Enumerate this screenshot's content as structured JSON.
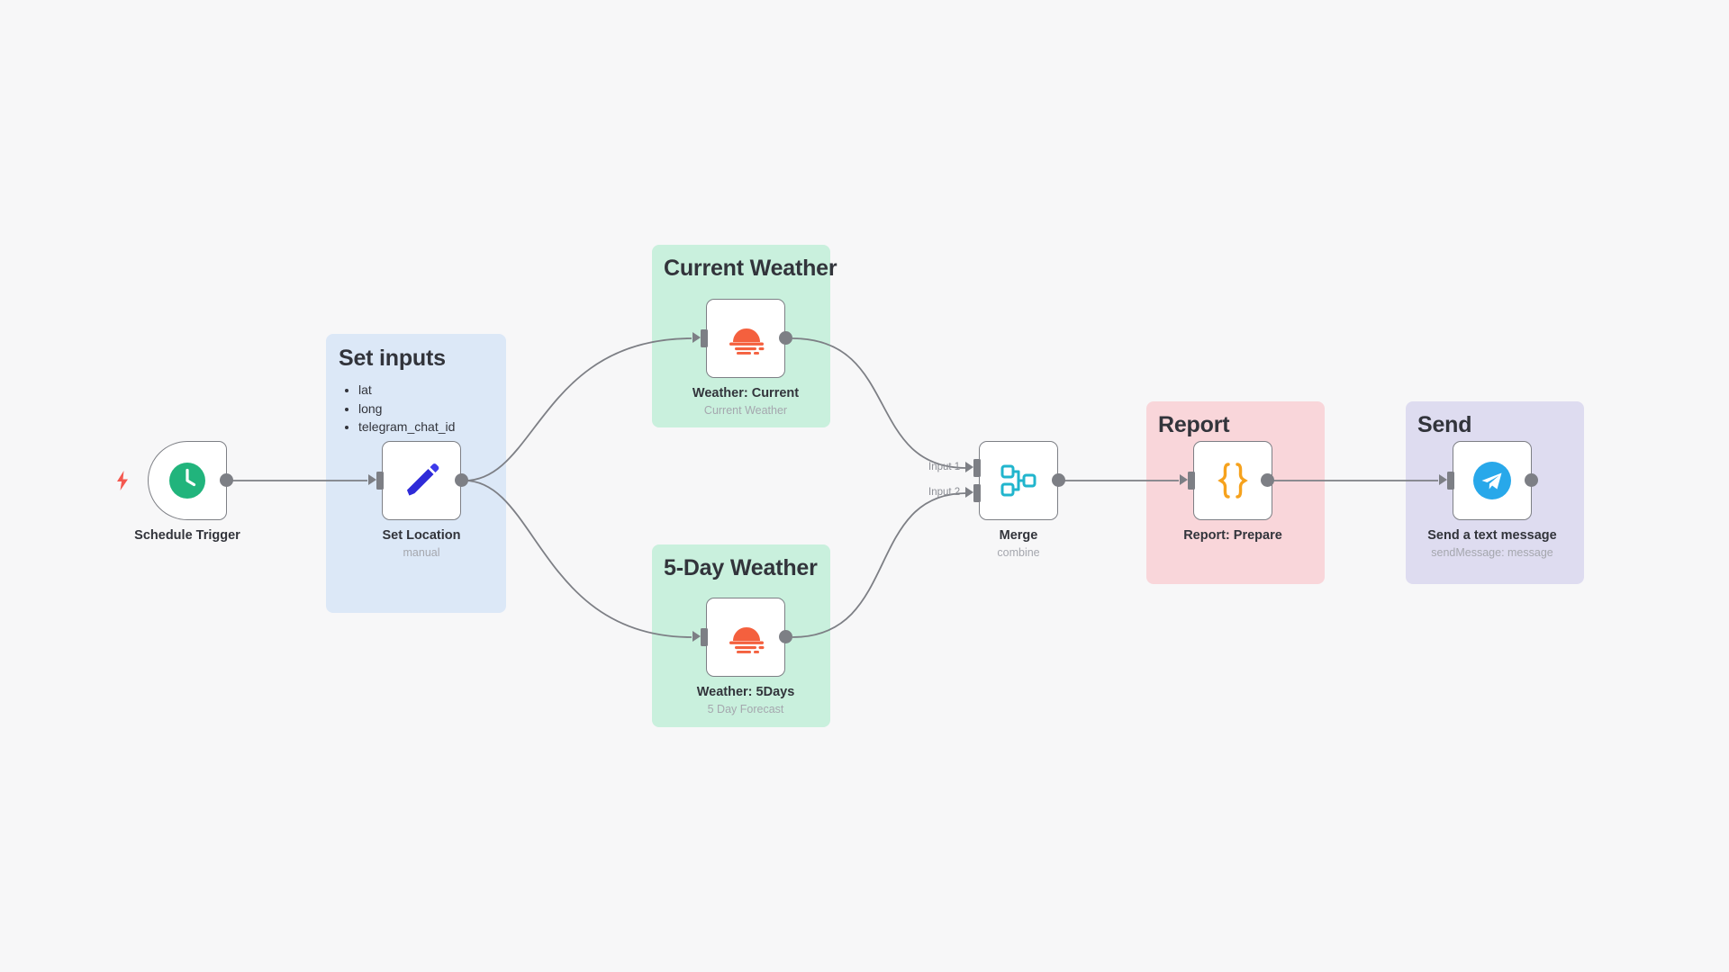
{
  "canvas": {
    "background_color": "#f7f7f8",
    "title": "n8n Workflow Canvas"
  },
  "sticky_notes": [
    {
      "id": "set-inputs",
      "title": "Set inputs",
      "color": "#dce8f7",
      "items": [
        "lat",
        "long",
        "telegram_chat_id"
      ]
    },
    {
      "id": "current-weather",
      "title": "Current Weather",
      "color": "#c9f0dd",
      "items": []
    },
    {
      "id": "five-day-weather",
      "title": "5-Day Weather",
      "color": "#c9f0dd",
      "items": []
    },
    {
      "id": "report",
      "title": "Report",
      "color": "#f9d6da",
      "items": []
    },
    {
      "id": "send",
      "title": "Send",
      "color": "#dedcf0",
      "items": []
    }
  ],
  "nodes": [
    {
      "id": "schedule-trigger",
      "label": "Schedule Trigger",
      "subtitle": "",
      "icon": "clock-icon",
      "icon_color": "#21b47c",
      "type": "trigger"
    },
    {
      "id": "set-location",
      "label": "Set Location",
      "subtitle": "manual",
      "icon": "pencil-icon",
      "icon_color": "#2f2bd8",
      "type": "regular"
    },
    {
      "id": "weather-current",
      "label": "Weather: Current",
      "subtitle": "Current Weather",
      "icon": "openweathermap-icon",
      "icon_color": "#f4603e",
      "type": "regular"
    },
    {
      "id": "weather-5days",
      "label": "Weather: 5Days",
      "subtitle": "5 Day Forecast",
      "icon": "openweathermap-icon",
      "icon_color": "#f4603e",
      "type": "regular"
    },
    {
      "id": "merge",
      "label": "Merge",
      "subtitle": "combine",
      "icon": "merge-icon",
      "icon_color": "#21b5cd",
      "type": "regular"
    },
    {
      "id": "report-prepare",
      "label": "Report: Prepare",
      "subtitle": "",
      "icon": "code-braces-icon",
      "icon_color": "#f6a21d",
      "type": "regular"
    },
    {
      "id": "send-text-message",
      "label": "Send a text message",
      "subtitle": "sendMessage: message",
      "icon": "telegram-icon",
      "icon_color": "#28a8ea",
      "type": "regular"
    }
  ],
  "port_labels": {
    "merge_input_1": "Input 1",
    "merge_input_2": "Input 2"
  },
  "colors": {
    "node_border": "#7d7f85",
    "connector": "#7d7f85",
    "text_primary": "#32343b",
    "text_muted": "#a5a7ae",
    "trigger_bolt": "#f4584f"
  }
}
